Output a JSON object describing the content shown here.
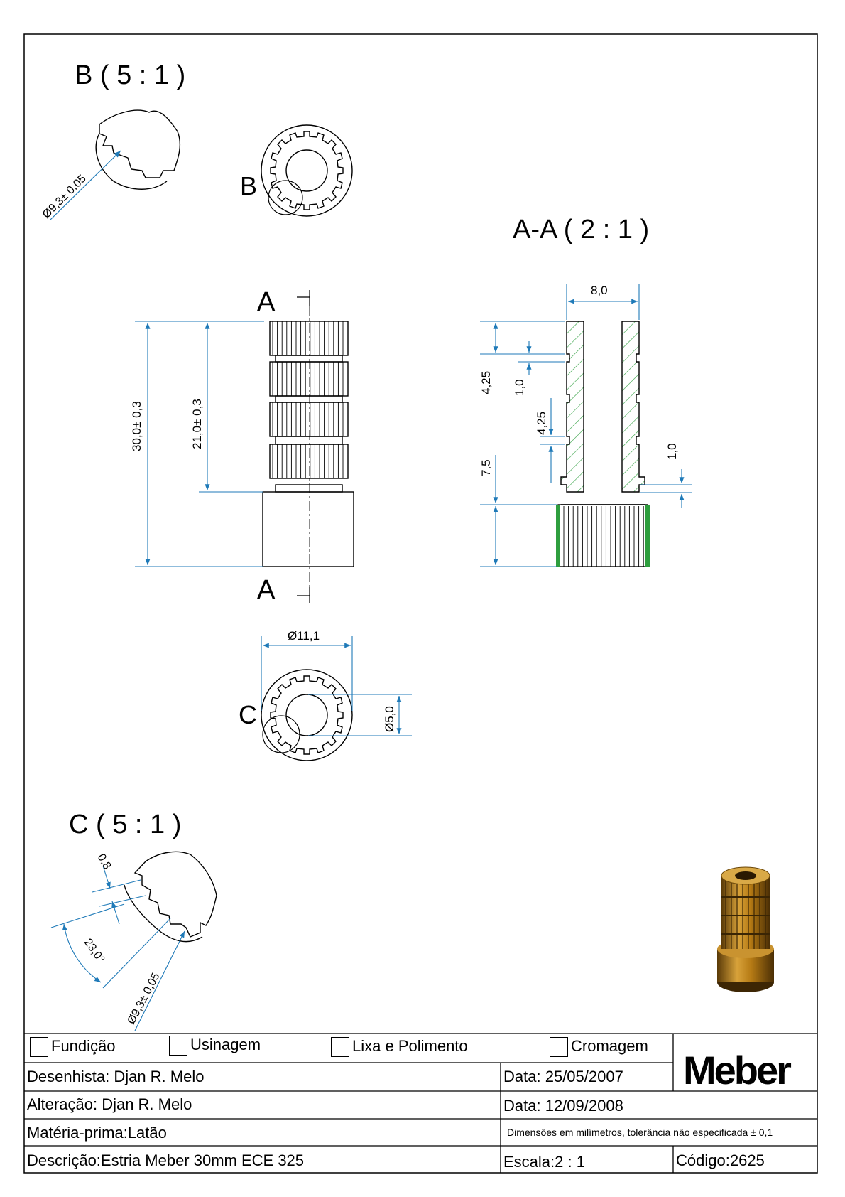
{
  "views": {
    "detail_b_label": "B ( 5 : 1 )",
    "detail_b_marker": "B",
    "detail_b_dim": "Ø9,3± 0,05",
    "section_label": "A-A ( 2 : 1 )",
    "section_marker_top": "A",
    "section_marker_bottom": "A",
    "detail_c_label": "C ( 5 : 1 )",
    "detail_c_marker": "C",
    "detail_c_dim_width": "0,8",
    "detail_c_dim_angle": "23,0°",
    "detail_c_dim_diameter": "Ø9,3± 0,05"
  },
  "dimensions": {
    "total_length": "30,0± 0,3",
    "knurl_length": "21,0± 0,3",
    "outer_diameter": "Ø11,1",
    "bore_diameter": "Ø5,0",
    "section_width": "8,0",
    "groove_pitch_1": "4,25",
    "groove_width_1": "1,0",
    "groove_pitch_2": "4,25",
    "base_length": "7,5",
    "groove_width_2": "1,0"
  },
  "processes": {
    "fundicao": "Fundição",
    "usinagem": "Usinagem",
    "lixa": "Lixa e Polimento",
    "cromagem": "Cromagem"
  },
  "title_block": {
    "designer_label": "Desenhista:",
    "designer": "Djan R. Melo",
    "date1_label": "Data:",
    "date1": "25/05/2007",
    "change_label": "Alteração:",
    "changer": "Djan R. Melo",
    "date2_label": "Data:",
    "date2": "12/09/2008",
    "material_label": "Matéria-prima:",
    "material": "Latão",
    "tolerance_note": "Dimensões em milímetros, tolerância não especificada ± 0,1",
    "description_label": "Descrição:",
    "description": "Estria Meber 30mm ECE 325",
    "scale_label": "Escala:",
    "scale": "2 : 1",
    "code_label": "Código:",
    "code": "2625",
    "logo": "Meber"
  },
  "colors": {
    "dimension": "#1f7ab8",
    "hatch": "#2e9e3e",
    "part": "#000000",
    "brass": "#b8860b"
  }
}
